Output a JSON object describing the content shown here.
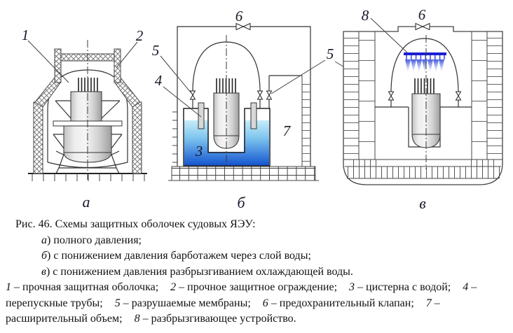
{
  "colors": {
    "diagram_line": "#333333",
    "water_top": "#c6edf9",
    "water_deep": "#1253cf",
    "spray_blue": "#1b1fd4",
    "label_ink": "#18182a"
  },
  "diagram_a": {
    "label": "а",
    "callout_1": "1",
    "callout_2": "2"
  },
  "diagram_b": {
    "label": "б",
    "callout_3": "3",
    "callout_4": "4",
    "callout_5_left": "5",
    "callout_5_mid": "5",
    "callout_6": "6",
    "callout_7": "7"
  },
  "diagram_v": {
    "label": "в",
    "callout_5": "5",
    "callout_6": "6",
    "callout_8": "8"
  },
  "caption": {
    "title": "Рис. 46. Схемы защитных оболочек судовых ЯЭУ:",
    "variants": [
      {
        "letter": "а",
        "text": ") полного давления;"
      },
      {
        "letter": "б",
        "text": ") с понижением давления барботажем через слой воды;"
      },
      {
        "letter": "в",
        "text": ") с понижением давления разбрызгиванием охлаждающей воды."
      }
    ],
    "legend": [
      {
        "num": "1",
        "text": "– прочная защитная оболочка;"
      },
      {
        "num": "2",
        "text": "– прочное защитное ограждение;"
      },
      {
        "num": "3",
        "text": "– цистерна с водой;"
      },
      {
        "num": "4",
        "text": "– перепускные трубы;"
      },
      {
        "num": "5",
        "text": "– разрушаемые мембраны;"
      },
      {
        "num": "6",
        "text": "– предохранительный клапан;"
      },
      {
        "num": "7",
        "text": "– расширительный объем;"
      },
      {
        "num": "8",
        "text": "– разбрызгивающее устройство."
      }
    ]
  }
}
